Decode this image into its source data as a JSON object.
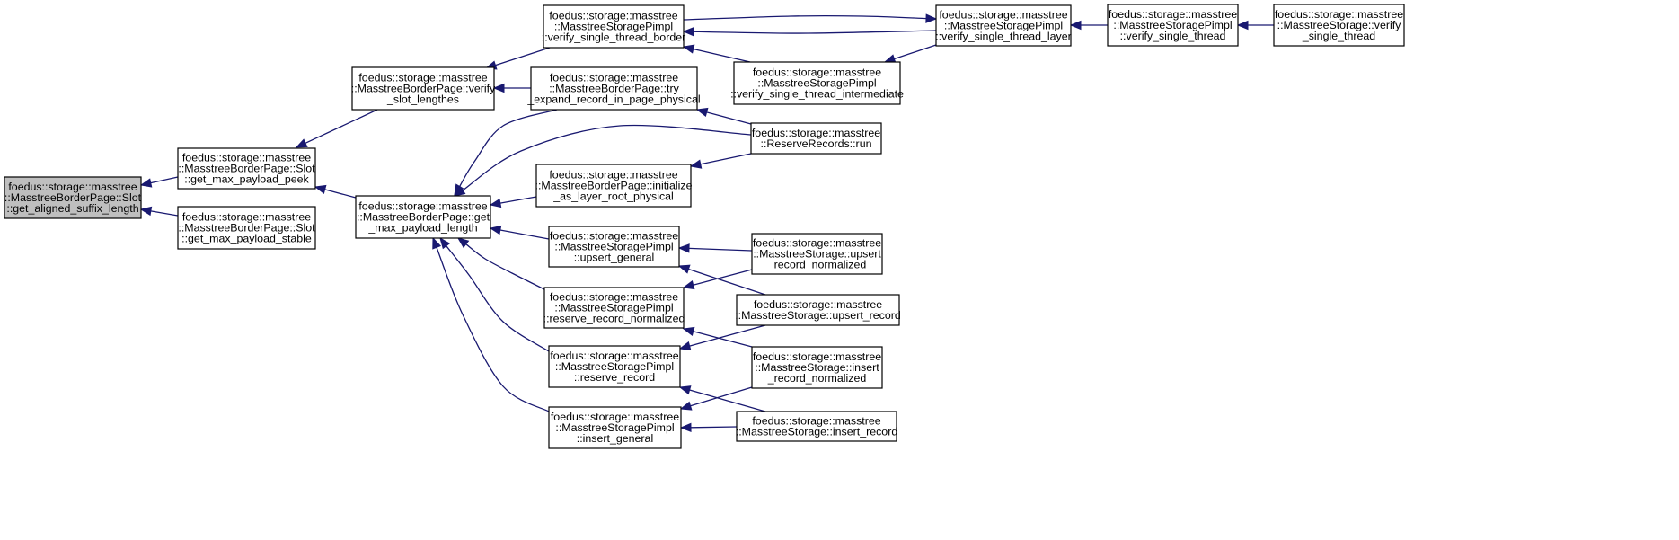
{
  "graph": {
    "arrow_color": "#191970",
    "root_fill": "#bfbfbf",
    "nodes": [
      {
        "id": "n0",
        "root": true,
        "lines": [
          "foedus::storage::masstree",
          "::MasstreeBorderPage::Slot",
          "::get_aligned_suffix_length"
        ]
      },
      {
        "id": "n1",
        "lines": [
          "foedus::storage::masstree",
          "::MasstreeBorderPage::Slot",
          "::get_max_payload_peek"
        ]
      },
      {
        "id": "n2",
        "lines": [
          "foedus::storage::masstree",
          "::MasstreeBorderPage::Slot",
          "::get_max_payload_stable"
        ]
      },
      {
        "id": "n3",
        "lines": [
          "foedus::storage::masstree",
          "::MasstreeBorderPage::verify",
          "_slot_lengthes"
        ]
      },
      {
        "id": "n4",
        "lines": [
          "foedus::storage::masstree",
          "::MasstreeBorderPage::get",
          "_max_payload_length"
        ]
      },
      {
        "id": "n5",
        "lines": [
          "foedus::storage::masstree",
          "::MasstreeStoragePimpl",
          "::verify_single_thread_border"
        ]
      },
      {
        "id": "n6",
        "lines": [
          "foedus::storage::masstree",
          "::MasstreeBorderPage::try",
          "_expand_record_in_page_physical"
        ]
      },
      {
        "id": "n7",
        "lines": [
          "foedus::storage::masstree",
          "::MasstreeBorderPage::initialize",
          "_as_layer_root_physical"
        ]
      },
      {
        "id": "n8",
        "lines": [
          "foedus::storage::masstree",
          "::MasstreeStoragePimpl",
          "::upsert_general"
        ]
      },
      {
        "id": "n9",
        "lines": [
          "foedus::storage::masstree",
          "::MasstreeStoragePimpl",
          "::reserve_record_normalized"
        ]
      },
      {
        "id": "n10",
        "lines": [
          "foedus::storage::masstree",
          "::MasstreeStoragePimpl",
          "::reserve_record"
        ]
      },
      {
        "id": "n11",
        "lines": [
          "foedus::storage::masstree",
          "::MasstreeStoragePimpl",
          "::insert_general"
        ]
      },
      {
        "id": "n12",
        "lines": [
          "foedus::storage::masstree",
          "::MasstreeStoragePimpl",
          "::verify_single_thread_layer"
        ]
      },
      {
        "id": "n13",
        "lines": [
          "foedus::storage::masstree",
          "::MasstreeStoragePimpl",
          "::verify_single_thread_intermediate"
        ]
      },
      {
        "id": "n14",
        "lines": [
          "foedus::storage::masstree",
          "::ReserveRecords::run"
        ]
      },
      {
        "id": "n15",
        "lines": [
          "foedus::storage::masstree",
          "::MasstreeStorage::upsert",
          "_record_normalized"
        ]
      },
      {
        "id": "n16",
        "lines": [
          "foedus::storage::masstree",
          "::MasstreeStorage::upsert_record"
        ]
      },
      {
        "id": "n17",
        "lines": [
          "foedus::storage::masstree",
          "::MasstreeStorage::insert",
          "_record_normalized"
        ]
      },
      {
        "id": "n18",
        "lines": [
          "foedus::storage::masstree",
          "::MasstreeStorage::insert_record"
        ]
      },
      {
        "id": "n19",
        "lines": [
          "foedus::storage::masstree",
          "::MasstreeStoragePimpl",
          "::verify_single_thread"
        ]
      },
      {
        "id": "n20",
        "lines": [
          "foedus::storage::masstree",
          "::MasstreeStorage::verify",
          "_single_thread"
        ]
      }
    ],
    "edges": [
      {
        "from": "n1",
        "to": "n0"
      },
      {
        "from": "n2",
        "to": "n0"
      },
      {
        "from": "n3",
        "to": "n1"
      },
      {
        "from": "n4",
        "to": "n1"
      },
      {
        "from": "n5",
        "to": "n3"
      },
      {
        "from": "n6",
        "to": "n3"
      },
      {
        "from": "n6",
        "to": "n4"
      },
      {
        "from": "n14",
        "to": "n4"
      },
      {
        "from": "n7",
        "to": "n4"
      },
      {
        "from": "n8",
        "to": "n4"
      },
      {
        "from": "n9",
        "to": "n4"
      },
      {
        "from": "n10",
        "to": "n4"
      },
      {
        "from": "n11",
        "to": "n4"
      },
      {
        "from": "n12",
        "to": "n5"
      },
      {
        "from": "n13",
        "to": "n5"
      },
      {
        "from": "n5",
        "to": "n12"
      },
      {
        "from": "n12",
        "to": "n13"
      },
      {
        "from": "n14",
        "to": "n6"
      },
      {
        "from": "n14",
        "to": "n7"
      },
      {
        "from": "n15",
        "to": "n8"
      },
      {
        "from": "n16",
        "to": "n8"
      },
      {
        "from": "n15",
        "to": "n9"
      },
      {
        "from": "n17",
        "to": "n9"
      },
      {
        "from": "n16",
        "to": "n10"
      },
      {
        "from": "n18",
        "to": "n10"
      },
      {
        "from": "n17",
        "to": "n11"
      },
      {
        "from": "n18",
        "to": "n11"
      },
      {
        "from": "n19",
        "to": "n12"
      },
      {
        "from": "n20",
        "to": "n19"
      }
    ]
  }
}
